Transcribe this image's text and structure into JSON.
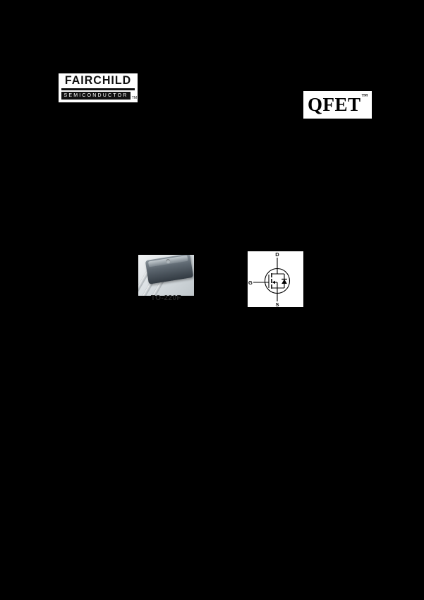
{
  "colors": {
    "background": "#000000",
    "panel": "#ffffff",
    "ink": "#111111"
  },
  "logo": {
    "brand": "FAIRCHILD",
    "sub": "SEMICONDUCTOR",
    "tm": "TM"
  },
  "qfet": {
    "label": "QFET",
    "tm": "™"
  },
  "package": {
    "label": "TO-220F"
  },
  "symbol": {
    "drain": "D",
    "gate": "G",
    "source": "S"
  }
}
